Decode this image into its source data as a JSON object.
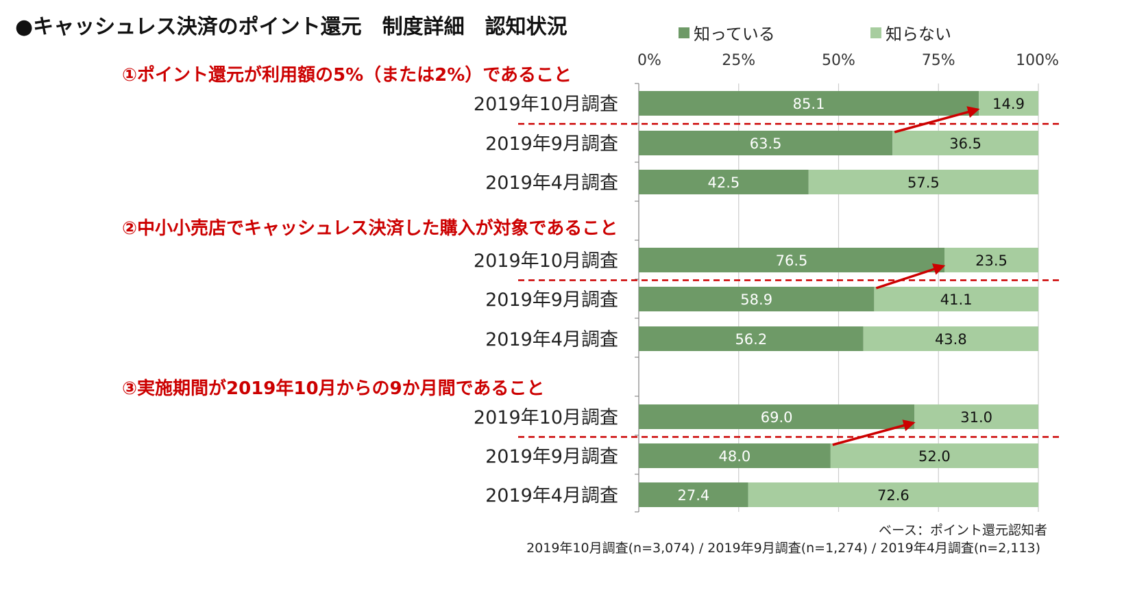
{
  "title": "●キャッシュレス決済のポイント還元　制度詳細　認知状況",
  "legend": [
    {
      "label": "知っている",
      "color": "#6e9a67"
    },
    {
      "label": "知らない",
      "color": "#a7cd9f"
    }
  ],
  "footer": {
    "base": "ベース：ポイント還元認知者",
    "samples": "2019年10月調査(n=3,074) / 2019年9月調査(n=1,274) / 2019年4月調査(n=2,113)"
  },
  "colors": {
    "known": "#6e9a67",
    "unknown": "#a7cd9f",
    "accent": "#cc0000"
  },
  "chart_data": {
    "type": "bar",
    "orientation": "horizontal",
    "stacked": true,
    "xlim": [
      0,
      100
    ],
    "xticks": [
      "0%",
      "25%",
      "50%",
      "75%",
      "100%"
    ],
    "gridlines": true,
    "legend_position": "top-right",
    "series_names": [
      "知っている",
      "知らない"
    ],
    "groups": [
      {
        "label": "①ポイント還元が利用額の5%（または2%）であること",
        "rows": [
          {
            "category": "2019年10月調査",
            "known": 85.1,
            "unknown": 14.9
          },
          {
            "category": "2019年9月調査",
            "known": 63.5,
            "unknown": 36.5
          },
          {
            "category": "2019年4月調査",
            "known": 42.5,
            "unknown": 57.5
          }
        ]
      },
      {
        "label": "②中小小売店でキャッシュレス決済した購入が対象であること",
        "rows": [
          {
            "category": "2019年10月調査",
            "known": 76.5,
            "unknown": 23.5
          },
          {
            "category": "2019年9月調査",
            "known": 58.9,
            "unknown": 41.1
          },
          {
            "category": "2019年4月調査",
            "known": 56.2,
            "unknown": 43.8
          }
        ]
      },
      {
        "label": "③実施期間が2019年10月からの9か月間であること",
        "rows": [
          {
            "category": "2019年10月調査",
            "known": 69.0,
            "unknown": 31.0
          },
          {
            "category": "2019年9月調査",
            "known": 48.0,
            "unknown": 52.0
          },
          {
            "category": "2019年4月調査",
            "known": 27.4,
            "unknown": 72.6
          }
        ]
      }
    ]
  }
}
